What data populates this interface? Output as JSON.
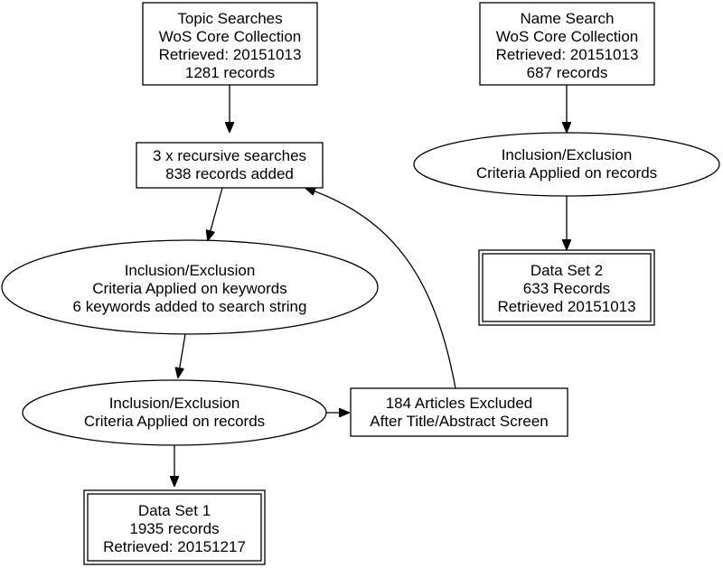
{
  "nodes": {
    "topic_searches": {
      "lines": [
        "Topic Searches",
        "WoS Core Collection",
        "Retrieved: 20151013",
        "1281 records"
      ]
    },
    "name_search": {
      "lines": [
        "Name Search",
        "WoS Core Collection",
        "Retrieved: 20151013",
        "687 records"
      ]
    },
    "recursive_searches": {
      "lines": [
        "3 x recursive searches",
        "838 records added"
      ]
    },
    "criteria_records_right": {
      "lines": [
        "Inclusion/Exclusion",
        "Criteria Applied on records"
      ]
    },
    "criteria_keywords": {
      "lines": [
        "Inclusion/Exclusion",
        "Criteria Applied on keywords",
        "6 keywords added to search string"
      ]
    },
    "data_set_2": {
      "lines": [
        "Data Set 2",
        "633 Records",
        "Retrieved 20151013"
      ]
    },
    "criteria_records_left": {
      "lines": [
        "Inclusion/Exclusion",
        "Criteria Applied on records"
      ]
    },
    "articles_excluded": {
      "lines": [
        "184 Articles Excluded",
        "After Title/Abstract Screen"
      ]
    },
    "data_set_1": {
      "lines": [
        "Data Set 1",
        "1935 records",
        "Retrieved: 20151217"
      ]
    }
  },
  "edges": [
    {
      "from": "topic_searches",
      "to": "recursive_searches"
    },
    {
      "from": "recursive_searches",
      "to": "criteria_keywords"
    },
    {
      "from": "criteria_keywords",
      "to": "criteria_records_left"
    },
    {
      "from": "criteria_records_left",
      "to": "data_set_1"
    },
    {
      "from": "criteria_records_left",
      "to": "articles_excluded"
    },
    {
      "from": "articles_excluded",
      "to": "recursive_searches"
    },
    {
      "from": "name_search",
      "to": "criteria_records_right"
    },
    {
      "from": "criteria_records_right",
      "to": "data_set_2"
    }
  ]
}
